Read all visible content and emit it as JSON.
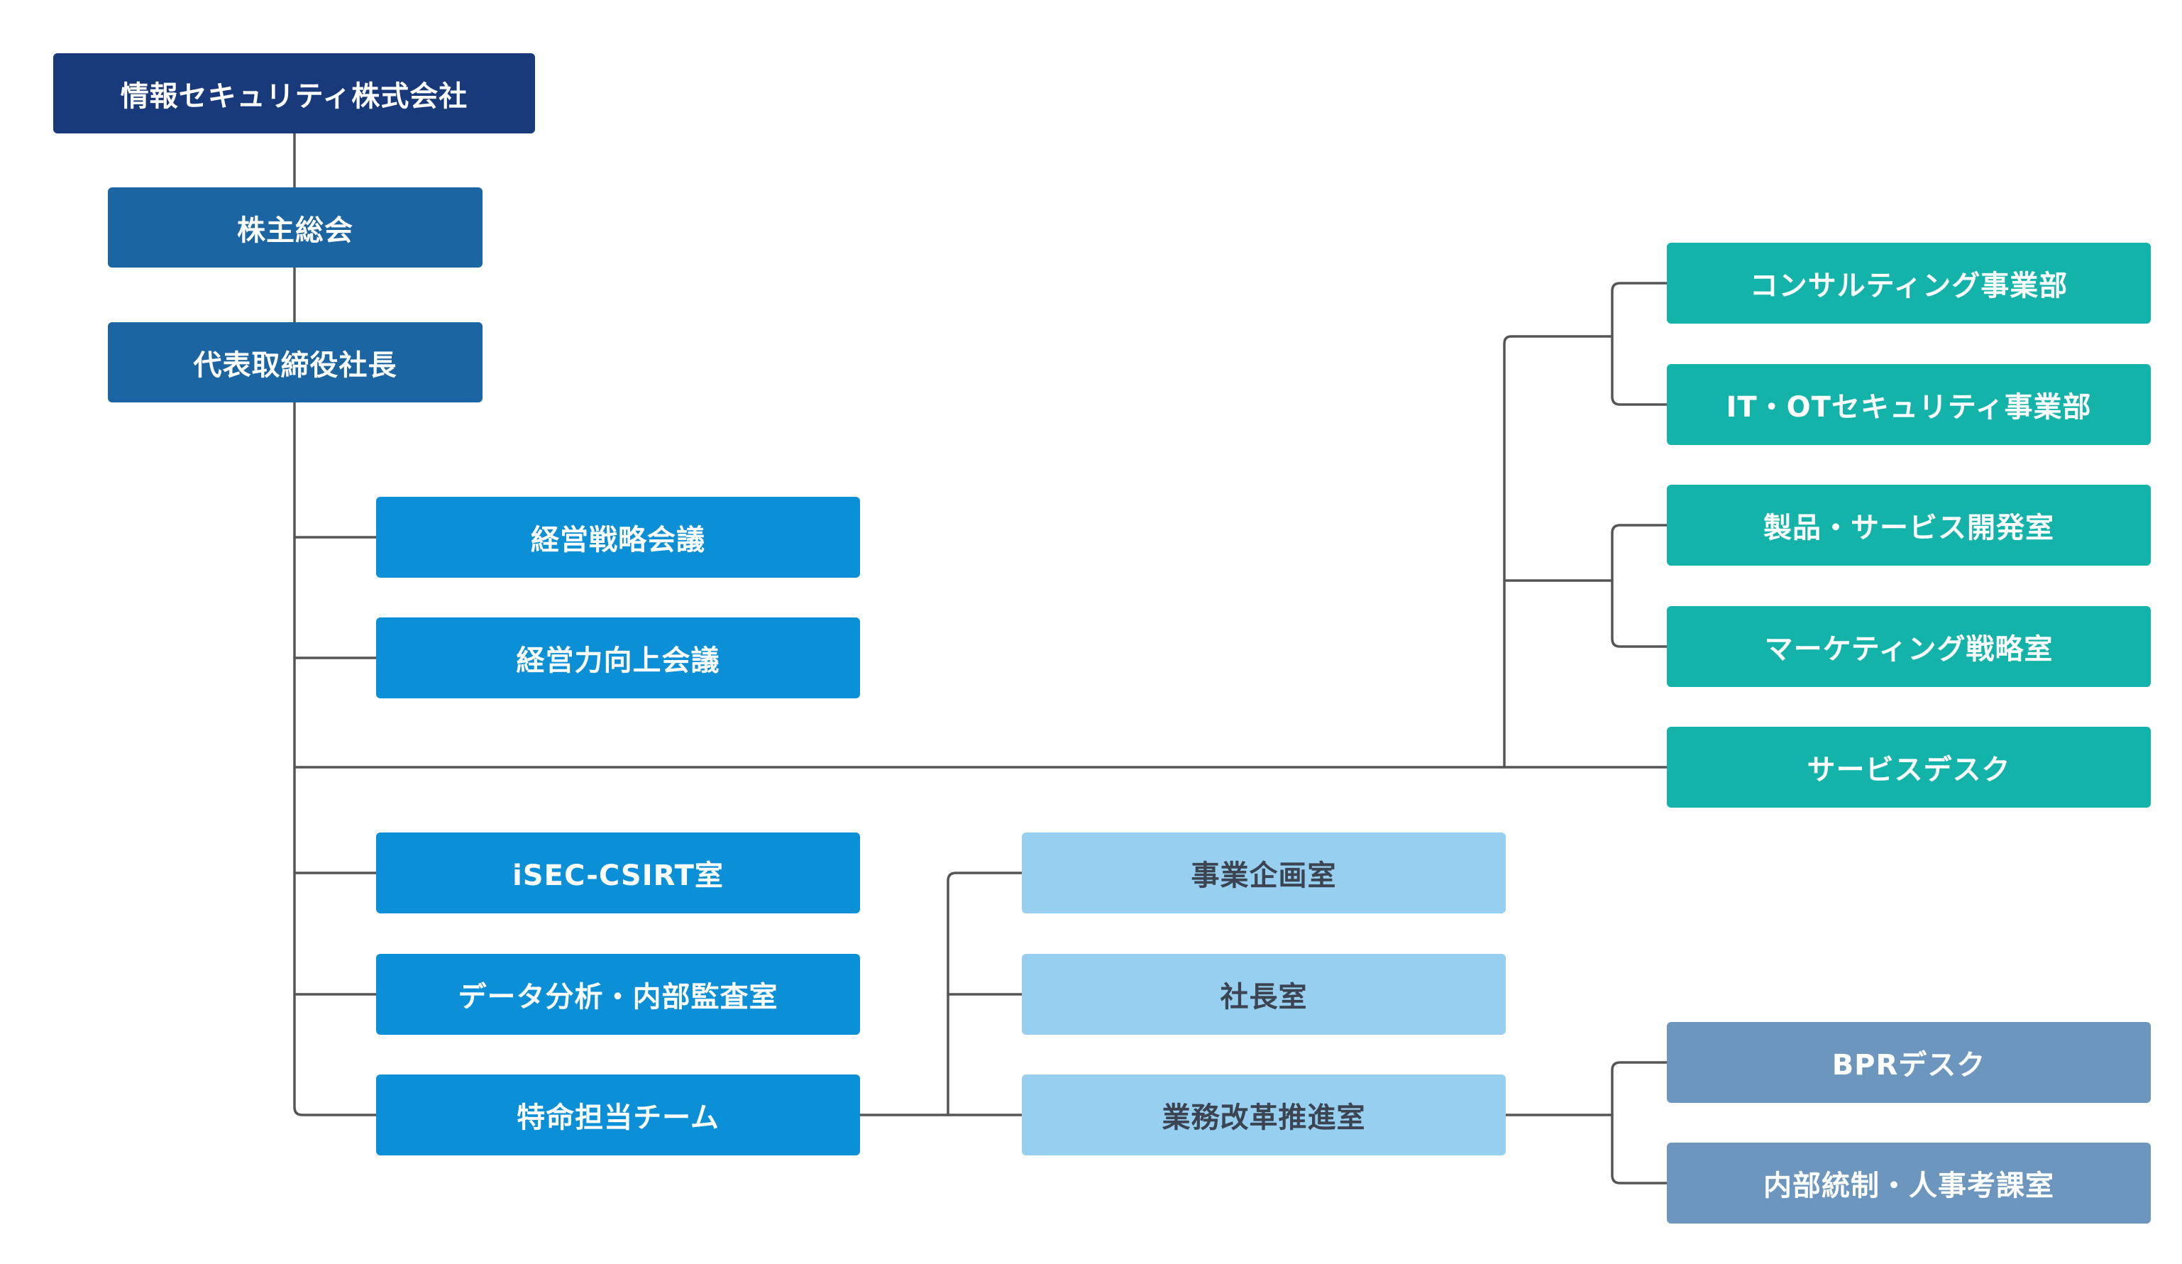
{
  "org_chart": {
    "company": {
      "label": "情報セキュリティ株式会社"
    },
    "shareholders_meeting": {
      "label": "株主総会"
    },
    "president": {
      "label": "代表取締役社長"
    },
    "left_branch": {
      "strategy_meeting": "経営戦略会議",
      "improvement_meeting": "経営力向上会議",
      "isec_csirt": "iSEC-CSIRT室",
      "data_audit": "データ分析・内部監査室",
      "special_team": "特命担当チーム"
    },
    "special_team_children": {
      "business_planning": "事業企画室",
      "president_office": "社長室",
      "bpr_office": "業務改革推進室"
    },
    "business_divisions": {
      "consulting": "コンサルティング事業部",
      "it_ot_security": "IT・OTセキュリティ事業部",
      "product_dev": "製品・サービス開発室",
      "marketing": "マーケティング戦略室",
      "service_desk": "サービスデスク"
    },
    "bpr_children": {
      "bpr_desk": "BPRデスク",
      "internal_control": "内部統制・人事考課室"
    }
  },
  "colors": {
    "navy": "#183A7A",
    "steel_blue": "#1B65A3",
    "blue": "#0B8FD6",
    "teal": "#13B3A9",
    "light_blue": "#96CFF0",
    "slate_blue": "#6C96BE",
    "connector": "#555555",
    "dark_text": "#3B4450"
  }
}
